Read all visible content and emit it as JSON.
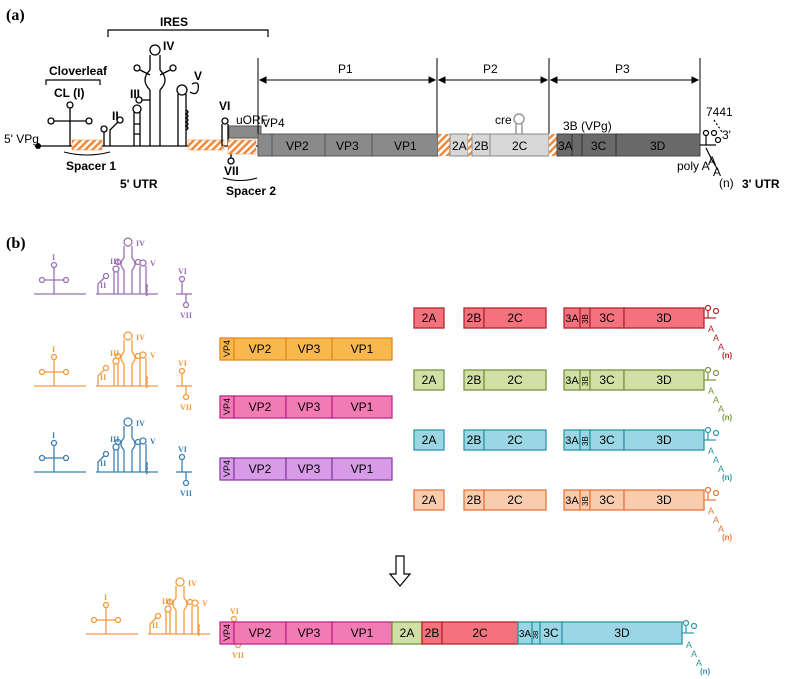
{
  "panel_a": {
    "label": "(a)",
    "ires": "IRES",
    "cloverleaf": "Cloverleaf",
    "cl": "CL (I)",
    "vpg5": "5' VPg",
    "spacer1": "Spacer 1",
    "spacer2": "Spacer 2",
    "utr5": "5' UTR",
    "utr3": "3' UTR",
    "uorf": "uORF",
    "vp4": "VP4",
    "cre": "cre",
    "vpg3b": "3B (VPg)",
    "pos": "7441",
    "three_prime": "3'",
    "polya": "poly A",
    "a": "A",
    "n": "(n)",
    "roman": {
      "ii": "II",
      "iii": "III",
      "iv": "IV",
      "v": "V",
      "vi": "VI",
      "vii": "VII"
    },
    "regions": [
      "P1",
      "P2",
      "P3"
    ],
    "genes": [
      "VP2",
      "VP3",
      "VP1",
      "2A",
      "2B",
      "2C",
      "3A",
      "3C",
      "3D"
    ]
  },
  "panel_b": {
    "label": "(b)",
    "roman": {
      "i": "I",
      "ii": "II",
      "iii": "III",
      "iv": "IV",
      "v": "V",
      "vi": "VI",
      "vii": "VII"
    },
    "p1_genes": [
      "VP4",
      "VP2",
      "VP3",
      "VP1"
    ],
    "p2_genes": [
      "2A",
      "2B",
      "2C"
    ],
    "p3_genes": [
      "3A",
      "3B",
      "3C",
      "3D"
    ],
    "a": "A",
    "n": "(n)",
    "colors": {
      "pink": "#f27bb4",
      "pink_stroke": "#c0268f",
      "red": "#f4727d",
      "red_stroke": "#b3262f",
      "green": "#d0e0a5",
      "green_stroke": "#77963d",
      "cyan": "#9ad6e4",
      "cyan_stroke": "#2d97a7",
      "peach": "#f9ccae",
      "peach_stroke": "#e9773d",
      "orange": "#f8b84e",
      "orange_stroke": "#e48a19",
      "purple": "#d79be7",
      "purple_stroke": "#8d3fa9",
      "struct_purple": "#9b6fb5",
      "struct_orange": "#f39a3d",
      "struct_blue": "#3f7fb0"
    }
  }
}
